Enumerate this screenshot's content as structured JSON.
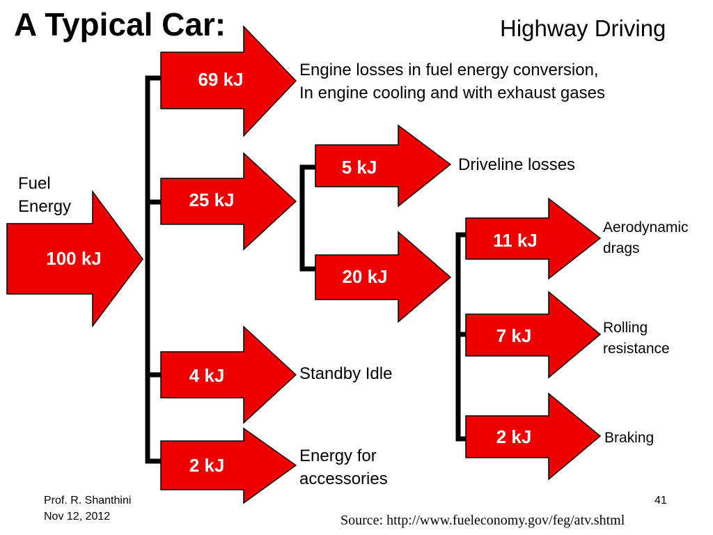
{
  "title": "A Typical Car:",
  "subtitle": "Highway Driving",
  "input": {
    "label_line1": "Fuel",
    "label_line2": "Energy",
    "value": "100 kJ"
  },
  "flows": {
    "engine_losses": {
      "value": "69 kJ",
      "line1": "Engine losses in fuel energy conversion,",
      "line2": "In engine cooling and with exhaust gases"
    },
    "to_wheels": {
      "value": "25 kJ"
    },
    "standby_idle": {
      "value": "4 kJ",
      "line1": "Standby Idle"
    },
    "accessories": {
      "value": "2 kJ",
      "line1": "Energy for",
      "line2": "accessories"
    },
    "driveline_losses": {
      "value": "5 kJ",
      "line1": "Driveline losses"
    },
    "delivered": {
      "value": "20 kJ"
    },
    "aerodynamic": {
      "value": "11 kJ",
      "line1": "Aerodynamic",
      "line2": "drags"
    },
    "rolling": {
      "value": "7 kJ",
      "line1": "Rolling",
      "line2": "resistance"
    },
    "braking": {
      "value": "2 kJ",
      "line1": "Braking"
    }
  },
  "footer": {
    "author": "Prof. R. Shanthini",
    "date": "Nov 12, 2012",
    "page_number": "41",
    "source": "Source: http://www.fueleconomy.gov/feg/atv.shtml"
  },
  "colors": {
    "arrow_fill": "#ee0000",
    "arrow_stroke": "#000000",
    "connector": "#000000",
    "arrow_text": "#ffffff"
  }
}
